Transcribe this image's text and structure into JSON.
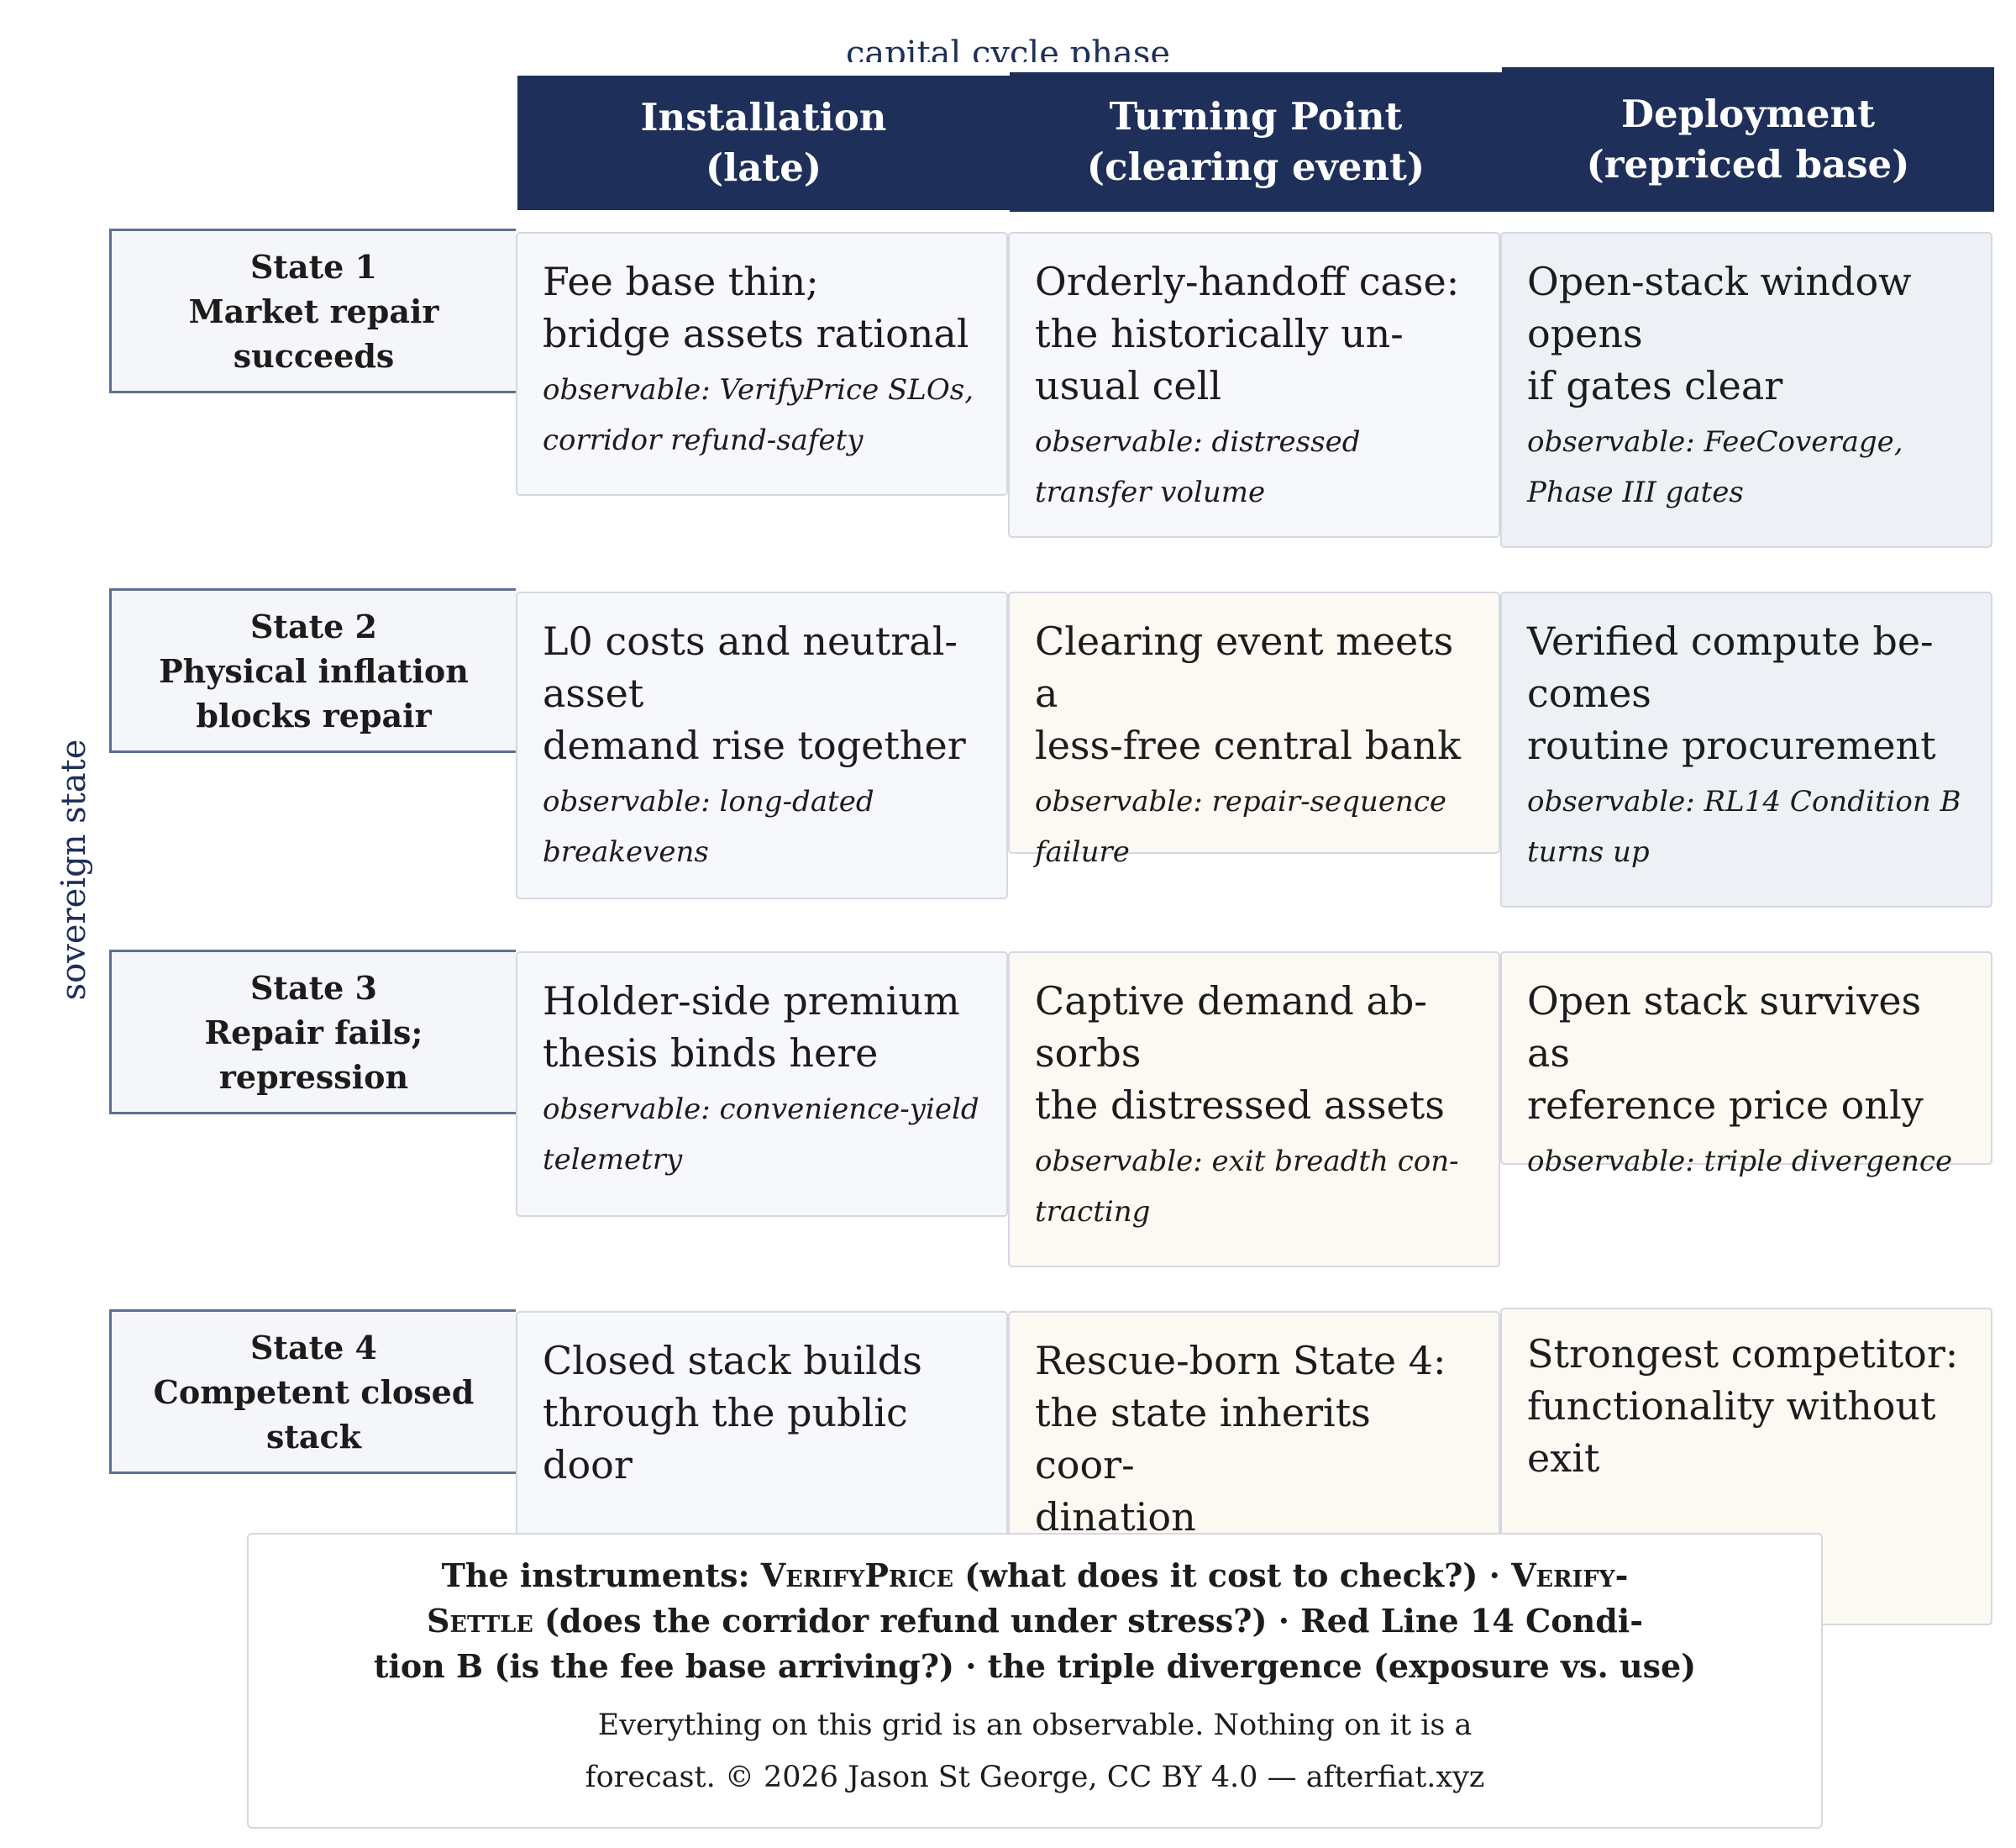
{
  "axis": {
    "column_title": "capital cycle phase",
    "row_title": "sovereign state"
  },
  "columns": [
    {
      "line1": "Installation",
      "line2": "(late)"
    },
    {
      "line1": "Turning Point",
      "line2": "(clearing event)"
    },
    {
      "line1": "Deployment",
      "line2": "(repriced base)"
    }
  ],
  "rows": [
    {
      "line1": "State 1",
      "line2": "Market repair",
      "line3": "succeeds",
      "cells": [
        {
          "title": "Fee base thin;\nbridge assets rational",
          "observable": "observable:  VerifyPrice SLOs, corridor refund-safety"
        },
        {
          "title": "Orderly-handoff case:\nthe historically un-\nusual cell",
          "observable": "observable:  distressed transfer volume"
        },
        {
          "title": "Open-stack window\nopens\nif gates clear",
          "observable": "observable:  FeeCoverage, Phase III gates"
        }
      ]
    },
    {
      "line1": "State 2",
      "line2": "Physical inflation",
      "line3": "blocks repair",
      "cells": [
        {
          "title": "L0 costs and neutral-\nasset\ndemand rise together",
          "observable": "observable:  long-dated breakevens"
        },
        {
          "title": "Clearing event meets a\nless-free central bank",
          "observable": "observable:  repair-sequence failure"
        },
        {
          "title": "Verified compute be-\ncomes\nroutine procurement",
          "observable": "observable:  RL14 Condition B turns up"
        }
      ]
    },
    {
      "line1": "State 3",
      "line2": "Repair fails;",
      "line3": "repression",
      "cells": [
        {
          "title": "Holder-side premium\nthesis binds here",
          "observable": "observable:  convenience-yield telemetry"
        },
        {
          "title": "Captive demand ab-\nsorbs\nthe distressed assets",
          "observable": "observable:  exit breadth con-tracting"
        },
        {
          "title": "Open stack survives as\nreference price only",
          "observable": "observable:  triple divergence"
        }
      ]
    },
    {
      "line1": "State 4",
      "line2": "Competent closed",
      "line3": "stack",
      "cells": [
        {
          "title": "Closed stack builds\nthrough the public\ndoor",
          "observable": ""
        },
        {
          "title": "Rescue-born State 4:\nthe state inherits coor-\ndination",
          "observable": ""
        },
        {
          "title": "Strongest competitor:\nfunctionality without\nexit",
          "observable": ""
        }
      ]
    }
  ],
  "footer": {
    "p1": "The instruments: ",
    "verifyprice": "VerifyPrice",
    "p2": " (what does it cost to check?)  · ",
    "verifysettle_a": "Verify-",
    "verifysettle_b": "Settle",
    "p3": " (does the corridor refund under stress?)  · Red Line 14 Condi-",
    "p4": "tion B (is the fee base arriving?)  · the triple divergence (exposure vs. use)",
    "note1": "Everything on this grid is an observable. Nothing on it is a",
    "note2": "forecast. © 2026 Jason St George, CC BY 4.0 — afterfiat.xyz"
  }
}
